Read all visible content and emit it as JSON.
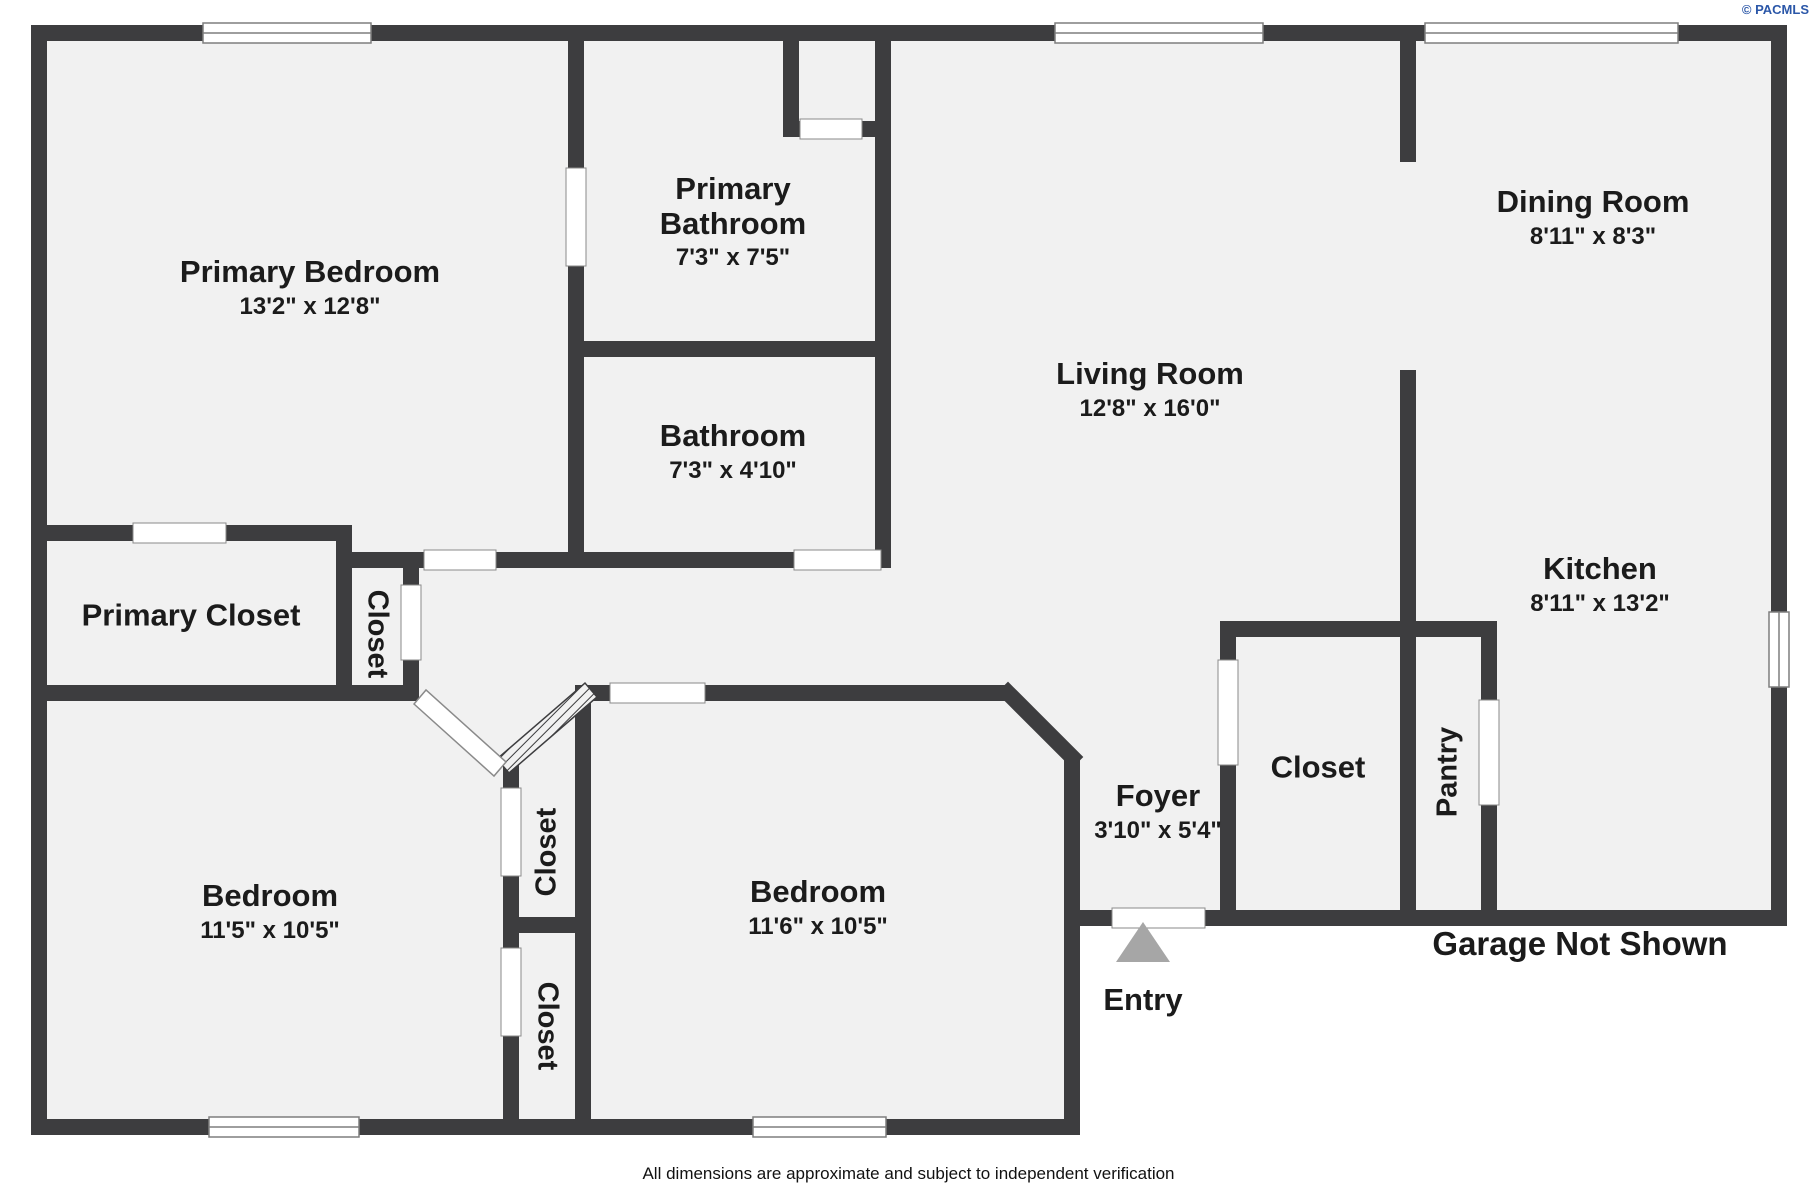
{
  "meta": {
    "copyright": "© PACMLS",
    "disclaimer": "All dimensions are approximate and subject to independent verification"
  },
  "rooms": {
    "primary_bedroom": {
      "name": "Primary Bedroom",
      "dims": "13'2\" x 12'8\""
    },
    "primary_bathroom": {
      "name": "Primary Bathroom",
      "dims": "7'3\" x 7'5\""
    },
    "bathroom": {
      "name": "Bathroom",
      "dims": "7'3\" x 4'10\""
    },
    "living_room": {
      "name": "Living Room",
      "dims": "12'8\" x 16'0\""
    },
    "dining_room": {
      "name": "Dining Room",
      "dims": "8'11\" x 8'3\""
    },
    "kitchen": {
      "name": "Kitchen",
      "dims": "8'11\" x 13'2\""
    },
    "primary_closet": {
      "name": "Primary Closet"
    },
    "closet_hall": {
      "name": "Closet"
    },
    "bedroom_left": {
      "name": "Bedroom",
      "dims": "11'5\" x 10'5\""
    },
    "bedroom_middle": {
      "name": "Bedroom",
      "dims": "11'6\" x 10'5\""
    },
    "closet_mid_upper": {
      "name": "Closet"
    },
    "closet_mid_lower": {
      "name": "Closet"
    },
    "foyer": {
      "name": "Foyer",
      "dims": "3'10\" x 5'4\""
    },
    "closet_foyer": {
      "name": "Closet"
    },
    "pantry": {
      "name": "Pantry"
    },
    "entry": {
      "name": "Entry"
    },
    "garage": {
      "name": "Garage Not Shown"
    }
  }
}
